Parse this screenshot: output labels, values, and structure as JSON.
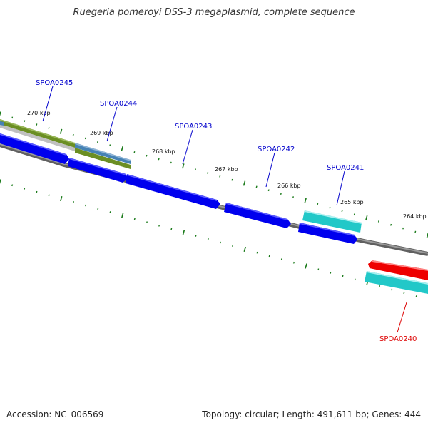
{
  "title": "Ruegeria pomeroyi DSS-3 megaplasmid, complete sequence",
  "footer": {
    "accession": "Accession: NC_006569",
    "topology": "Topology: circular; Length: 491,611 bp; Genes: 444"
  },
  "colors": {
    "backbone": "#808080",
    "tick": "#1a7a1a",
    "forward_gene": "#0000ee",
    "reverse_gene": "#0000ee",
    "cyan_gene": "#22c8c8",
    "red_gene": "#ee0000",
    "olive_gene": "#6b8e23",
    "steel_gene": "#4682b4",
    "label_blue": "#0000cc",
    "label_red": "#dd0000"
  },
  "kbp_labels": [
    "270 kbp",
    "269 kbp",
    "268 kbp",
    "267 kbp",
    "266 kbp",
    "265 kbp",
    "264 kbp"
  ],
  "gene_labels": [
    {
      "name": "SPOA0245",
      "color": "label_blue"
    },
    {
      "name": "SPOA0244",
      "color": "label_blue"
    },
    {
      "name": "SPOA0243",
      "color": "label_blue"
    },
    {
      "name": "SPOA0242",
      "color": "label_blue"
    },
    {
      "name": "SPOA0241",
      "color": "label_blue"
    },
    {
      "name": "SPOA0240",
      "color": "label_red"
    }
  ]
}
